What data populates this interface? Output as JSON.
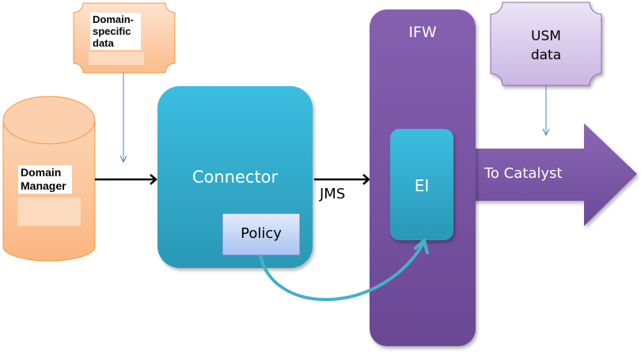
{
  "diagram": {
    "domain_specific_data": {
      "label": "Domain-\nspecific\ndata",
      "lines": [
        "Domain-",
        "specific",
        "data"
      ]
    },
    "domain_manager": {
      "lines": [
        "Domain",
        "Manager"
      ]
    },
    "connector": {
      "label": "Connector"
    },
    "policy": {
      "label": "Policy"
    },
    "jms": {
      "label": "JMS"
    },
    "ifw": {
      "label": "IFW"
    },
    "ei": {
      "label": "EI"
    },
    "usm_data": {
      "lines": [
        "USM",
        "data"
      ]
    },
    "to_catalyst": {
      "label": "To Catalyst"
    }
  },
  "colors": {
    "orange_fill": "#fbc79e",
    "orange_stroke": "#f79646",
    "teal": "#31b0d5",
    "teal_dark": "#2a8fa8",
    "purple": "#7e5aa8",
    "purple_dark": "#5f3f85",
    "lavender": "#ddd0ee",
    "policy_fill": "#c9daf8",
    "arrow_blue": "#4f81bd"
  }
}
